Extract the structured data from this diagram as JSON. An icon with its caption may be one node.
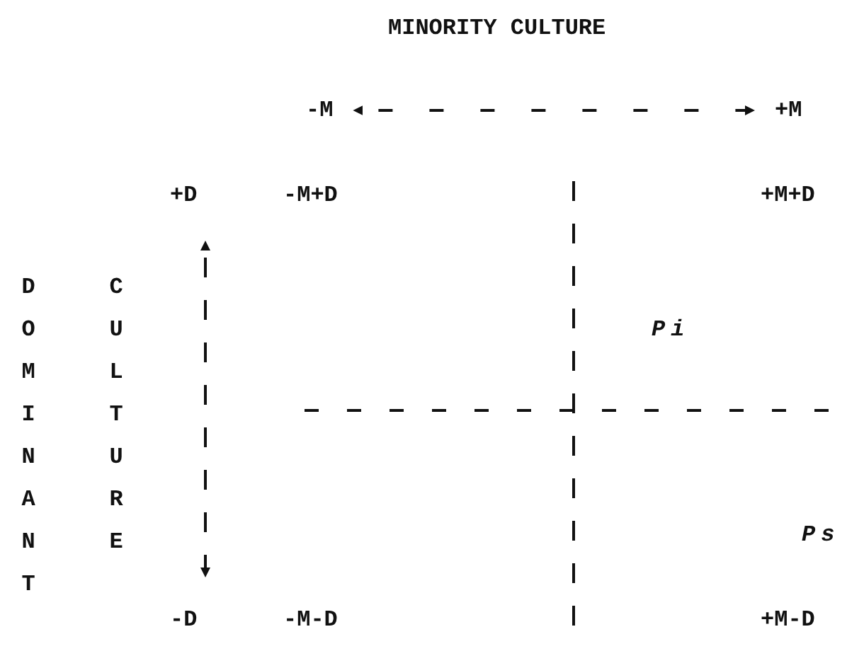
{
  "diagram": {
    "title": "MINORITY CULTURE",
    "nodes": [
      {
        "text": [
          "-M"
        ]
      },
      {
        "text": [
          "+M"
        ]
      },
      {
        "text": [
          "+D"
        ]
      },
      {
        "text": [
          "-D"
        ]
      }
    ],
    "edges": [
      {
        "from": 0,
        "to": 1,
        "arrow": "both",
        "style": "dashed"
      },
      {
        "from": 2,
        "to": 3,
        "arrow": "both",
        "style": "dashed"
      }
    ],
    "labels": [
      "-M+D",
      "+M+D",
      "DOMINANT",
      "CULTURE",
      "Pi",
      "Ps",
      "-M-D",
      "+M-D"
    ]
  }
}
